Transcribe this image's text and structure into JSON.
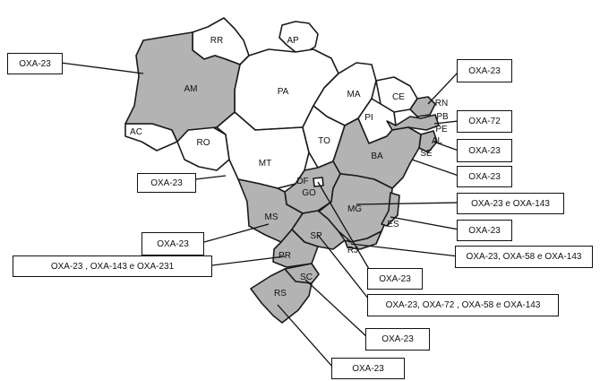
{
  "colors": {
    "affected": "#b3b3b3",
    "unaffected": "#ffffff",
    "outline": "#1a1a1a"
  },
  "states": {
    "RR": "RR",
    "AP": "AP",
    "AM": "AM",
    "PA": "PA",
    "MA": "MA",
    "CE": "CE",
    "RN": "RN",
    "PB": "PB",
    "PE": "PE",
    "AL": "AL",
    "SE": "SE",
    "PI": "PI",
    "AC": "AC",
    "RO": "RO",
    "MT": "MT",
    "TO": "TO",
    "BA": "BA",
    "DF": "DF",
    "GO": "GO",
    "MG": "MG",
    "ES": "ES",
    "MS": "MS",
    "SP": "SP",
    "RJ": "RJ",
    "PR": "PR",
    "SC": "SC",
    "RS": "RS"
  },
  "callouts": {
    "am": "OXA-23",
    "rn": "OXA-23",
    "pb": "OXA-72",
    "al": "OXA-23",
    "ba": "OXA-23",
    "mt": "OXA-23",
    "mg": "OXA-23 e OXA-143",
    "es": "OXA-23",
    "ms": "OXA-23",
    "rj": "OXA-23, OXA-58 e OXA-143",
    "pr": "OXA-23 , OXA-143 e OXA-231",
    "df": "OXA-23",
    "sp": "OXA-23, OXA-72 , OXA-58 e OXA-143",
    "sc": "OXA-23",
    "rs": "OXA-23"
  }
}
